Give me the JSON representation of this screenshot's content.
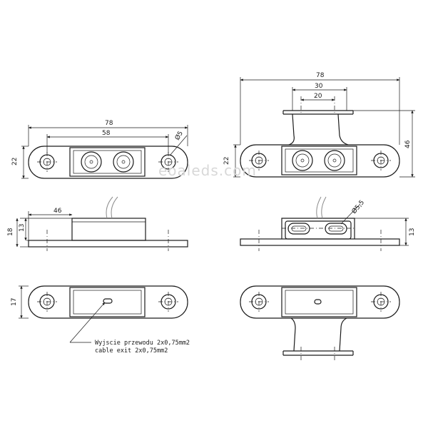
{
  "dims": {
    "front_left_width": "78",
    "front_left_inner": "58",
    "front_left_height": "22",
    "front_left_hole": "Ø5",
    "front_right_width": "78",
    "front_right_30": "30",
    "front_right_20": "20",
    "front_right_height_left": "22",
    "front_right_height_right": "46",
    "side_left_len": "46",
    "side_left_h18": "18",
    "side_left_h13": "13",
    "side_right_hole": "Ø5,5",
    "side_right_h13": "13",
    "bottom_left_h17": "17"
  },
  "notes": {
    "cable_pl": "Wyjscie przewodu 2x0,75mm2",
    "cable_en": "cable exit 2x0,75mm2"
  },
  "watermark": "eoaleds.com"
}
